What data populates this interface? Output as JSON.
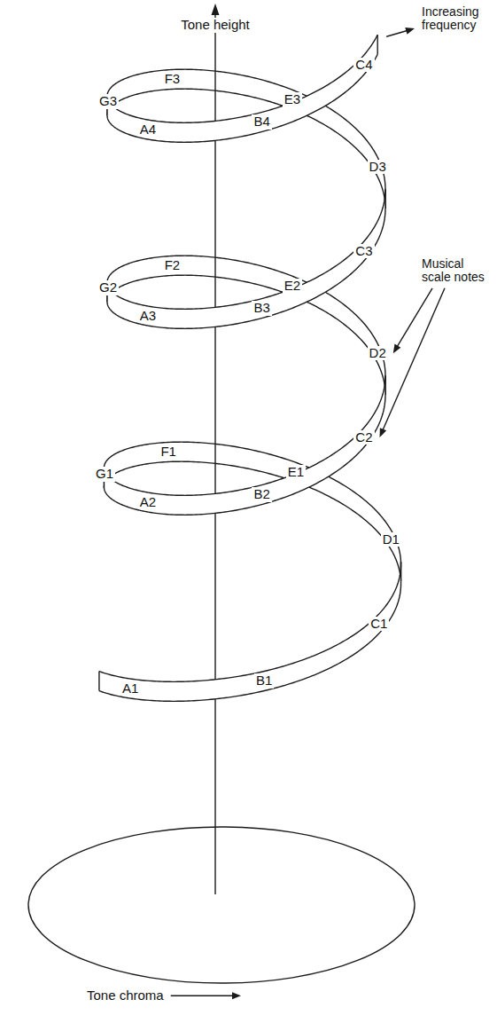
{
  "diagram": {
    "labels": [
      "Tone height",
      "Increasing frequency",
      "G3",
      "F3",
      "E3",
      "C4",
      "A4",
      "B4",
      "D3",
      "Musical scale notes",
      "G2",
      "F2",
      "E2",
      "C3",
      "A3",
      "B3",
      "D2",
      "G1",
      "F1",
      "E1",
      "C2",
      "A2",
      "B2",
      "D1",
      "C1",
      "A1",
      "B1",
      "Tone chroma"
    ]
  }
}
